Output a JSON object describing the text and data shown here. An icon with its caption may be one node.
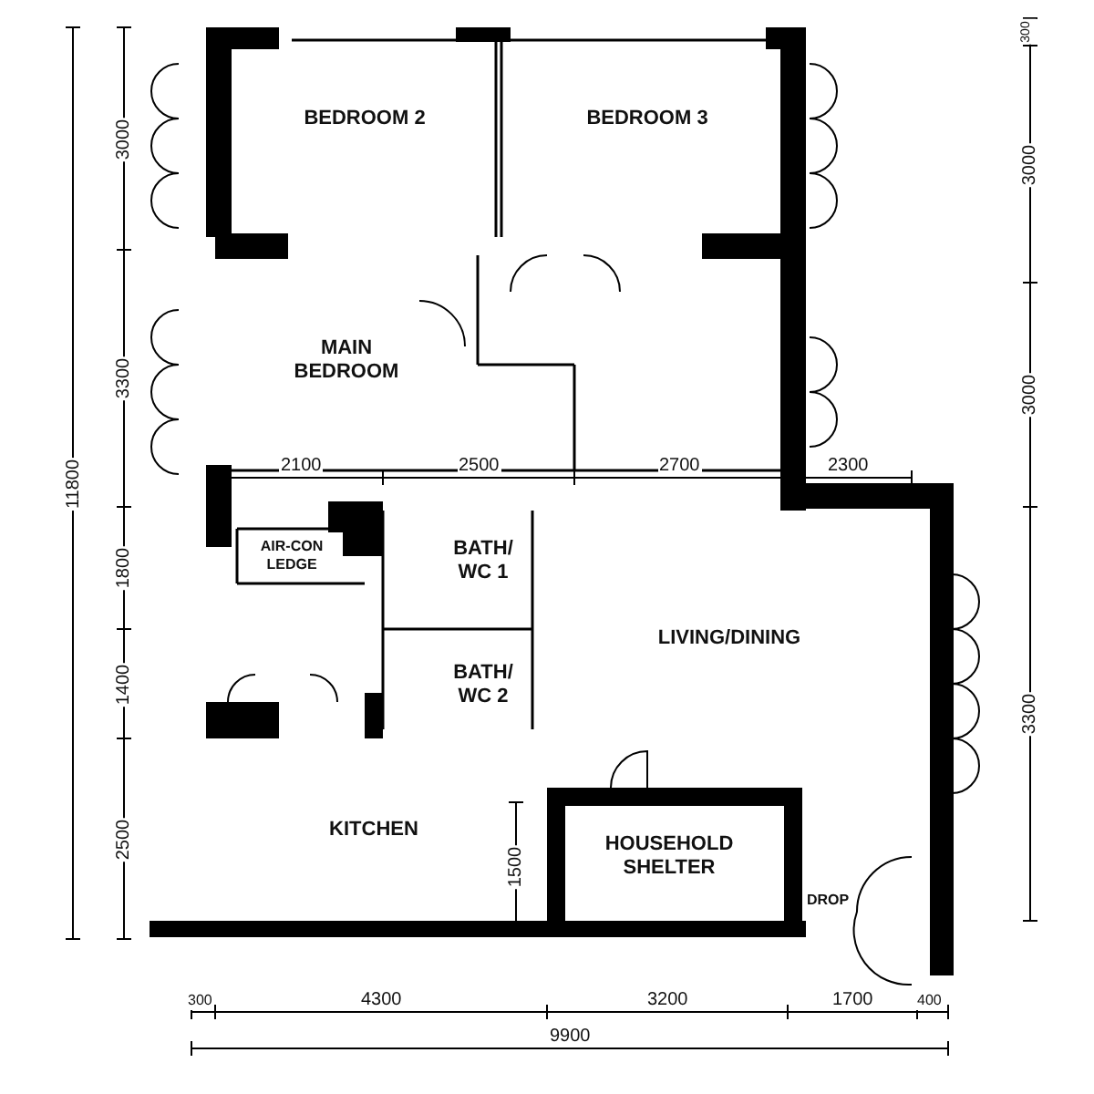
{
  "diagram": {
    "nodes": [
      {
        "text": [
          "BEDROOM 2"
        ]
      },
      {
        "text": [
          "BEDROOM 3"
        ]
      },
      {
        "text": [
          "MAIN BEDROOM"
        ]
      },
      {
        "text": [
          "AIR-CON LEDGE"
        ]
      },
      {
        "text": [
          "BATH/ WC 1"
        ]
      },
      {
        "text": [
          "BATH/ WC 2"
        ]
      },
      {
        "text": [
          "LIVING/DINING"
        ]
      },
      {
        "text": [
          "KITCHEN"
        ]
      },
      {
        "text": [
          "HOUSEHOLD SHELTER"
        ]
      },
      {
        "text": [
          "DROP"
        ]
      }
    ],
    "labels": [
      "3000",
      "3300",
      "1800",
      "1400",
      "2500",
      "11800",
      "300",
      "3000",
      "3000",
      "3300",
      "2100",
      "2500",
      "2700",
      "2300",
      "1500",
      "300",
      "4300",
      "3200",
      "1700",
      "400",
      "9900"
    ]
  }
}
